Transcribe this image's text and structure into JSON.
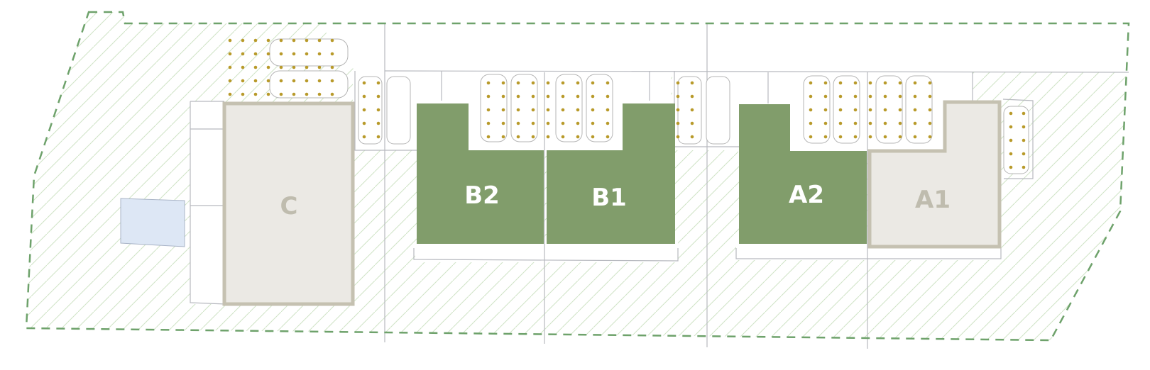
{
  "site_plan": {
    "colors": {
      "boundary": "#6ea26b",
      "hatch": "#cfe3c6",
      "road": "#b7b9bf",
      "available_unit": "#819d6b",
      "available_label": "#ffffff",
      "other_unit_fill": "#ebe9e4",
      "other_unit_border": "#c5c1b1",
      "other_label": "#bfbcae",
      "tree": "#b89a2a",
      "water": "#dde7f5"
    },
    "units": [
      {
        "id": "C",
        "label": "C",
        "status": "unavailable"
      },
      {
        "id": "B2",
        "label": "B2",
        "status": "available"
      },
      {
        "id": "B1",
        "label": "B1",
        "status": "available"
      },
      {
        "id": "A2",
        "label": "A2",
        "status": "available"
      },
      {
        "id": "A1",
        "label": "A1",
        "status": "unavailable"
      }
    ]
  }
}
